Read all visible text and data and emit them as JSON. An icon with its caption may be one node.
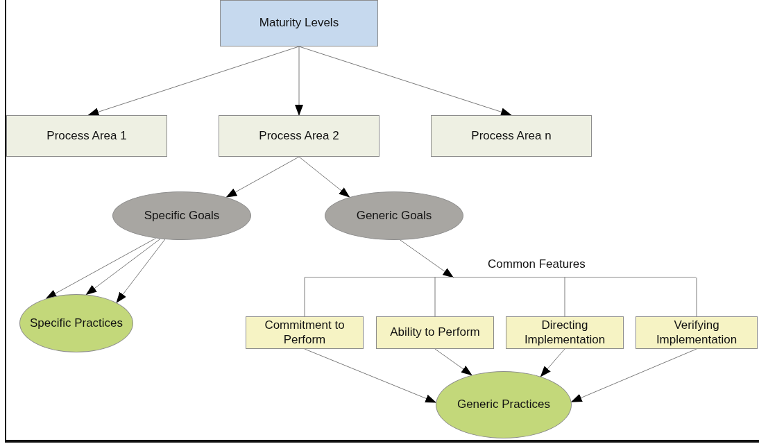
{
  "diagram": {
    "nodes": [
      {
        "text": [
          "Maturity Levels"
        ]
      },
      {
        "text": [
          "Process Area 1"
        ]
      },
      {
        "text": [
          "Process Area 2"
        ]
      },
      {
        "text": [
          "Process Area n"
        ]
      },
      {
        "text": [
          "Specific Goals"
        ]
      },
      {
        "text": [
          "Generic Goals"
        ]
      },
      {
        "text": [
          "Common Features"
        ]
      },
      {
        "text": [
          "Commitment to Perform"
        ]
      },
      {
        "text": [
          "Ability to Perform"
        ]
      },
      {
        "text": [
          "Directing Implementation"
        ]
      },
      {
        "text": [
          "Verifying Implementation"
        ]
      },
      {
        "text": [
          "Specific Practices"
        ]
      },
      {
        "text": [
          "Generic Practices"
        ]
      }
    ],
    "edges": [
      {
        "from": 0,
        "to": 1,
        "arrow": "to"
      },
      {
        "from": 0,
        "to": 2,
        "arrow": "to"
      },
      {
        "from": 0,
        "to": 3,
        "arrow": "to"
      },
      {
        "from": 2,
        "to": 4,
        "arrow": "to"
      },
      {
        "from": 2,
        "to": 5,
        "arrow": "to"
      },
      {
        "from": 4,
        "to": 11,
        "arrow": "to"
      },
      {
        "from": 4,
        "to": 11,
        "arrow": "to"
      },
      {
        "from": 4,
        "to": 11,
        "arrow": "to"
      },
      {
        "from": 5,
        "to": 6,
        "arrow": "to"
      },
      {
        "from": 6,
        "to": 7,
        "arrow": "none"
      },
      {
        "from": 6,
        "to": 8,
        "arrow": "none"
      },
      {
        "from": 6,
        "to": 9,
        "arrow": "none"
      },
      {
        "from": 6,
        "to": 10,
        "arrow": "none"
      },
      {
        "from": 7,
        "to": 12,
        "arrow": "to"
      },
      {
        "from": 8,
        "to": 12,
        "arrow": "to"
      },
      {
        "from": 9,
        "to": 12,
        "arrow": "to"
      },
      {
        "from": 10,
        "to": 12,
        "arrow": "to"
      }
    ]
  }
}
